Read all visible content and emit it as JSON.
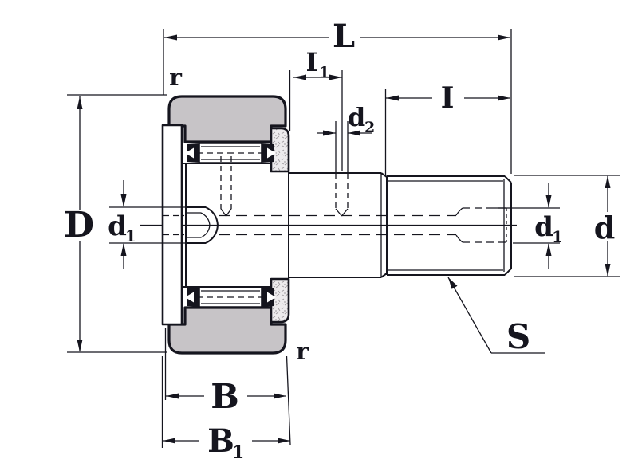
{
  "labels": {
    "overall_length": "L",
    "lube_hole_offset_main": "I",
    "lube_hole_offset_sub": "1",
    "stud_length": "I",
    "lube_hole_dia_main": "d",
    "lube_hole_dia_sub": "2",
    "outer_diameter": "D",
    "socket_dia_left_main": "d",
    "socket_dia_left_sub": "1",
    "socket_dia_right_main": "d",
    "socket_dia_right_sub": "1",
    "stud_diameter": "d",
    "roller_width": "B",
    "total_width_main": "B",
    "total_width_sub": "1",
    "stud_surface": "S",
    "corner_radius_top": "r",
    "corner_radius_bottom": "r"
  },
  "colors": {
    "ink": "#15151e",
    "ring_fill": "#c7c4c7",
    "flange_fill": "#edebed",
    "background": "#ffffff"
  }
}
